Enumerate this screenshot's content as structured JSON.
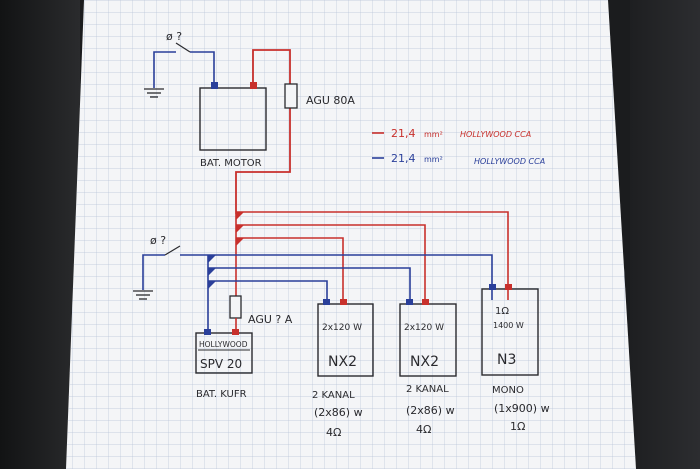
{
  "battery_motor": {
    "label": "BAT. MOTOR",
    "ground_label": "ø ?"
  },
  "battery_trunk": {
    "label": "BAT. KUFR",
    "brand": "HOLLYWOOD",
    "model": "SPV 20",
    "ground_label": "ø ?"
  },
  "fuses": {
    "main": "AGU 80A",
    "secondary": "AGU ? A"
  },
  "legend": {
    "red": {
      "value": "21,4",
      "unit": "mm²",
      "note": "HOLLYWOOD CCA",
      "color": "#c8302c"
    },
    "blue": {
      "value": "21,4",
      "unit": "mm²",
      "note": "HOLLYWOOD CCA",
      "color": "#2a3f9a"
    }
  },
  "amplifiers": [
    {
      "rating": "2x120 W",
      "model": "NX2",
      "mode": "2 KANAL",
      "power": "(2x86) w",
      "impedance": "4Ω"
    },
    {
      "rating": "2x120 W",
      "model": "NX2",
      "mode": "2 KANAL",
      "power": "(2x86) w",
      "impedance": "4Ω"
    },
    {
      "rating_top": "1Ω",
      "rating": "1400 W",
      "model": "N3",
      "mode": "MONO",
      "power": "(1x900) w",
      "impedance": "1Ω"
    }
  ],
  "colors": {
    "paper": "#f4f5f7",
    "grid": "#b8c3d8",
    "red_wire": "#c8302c",
    "blue_wire": "#2a3f9a",
    "ink": "#2a2a2e"
  }
}
